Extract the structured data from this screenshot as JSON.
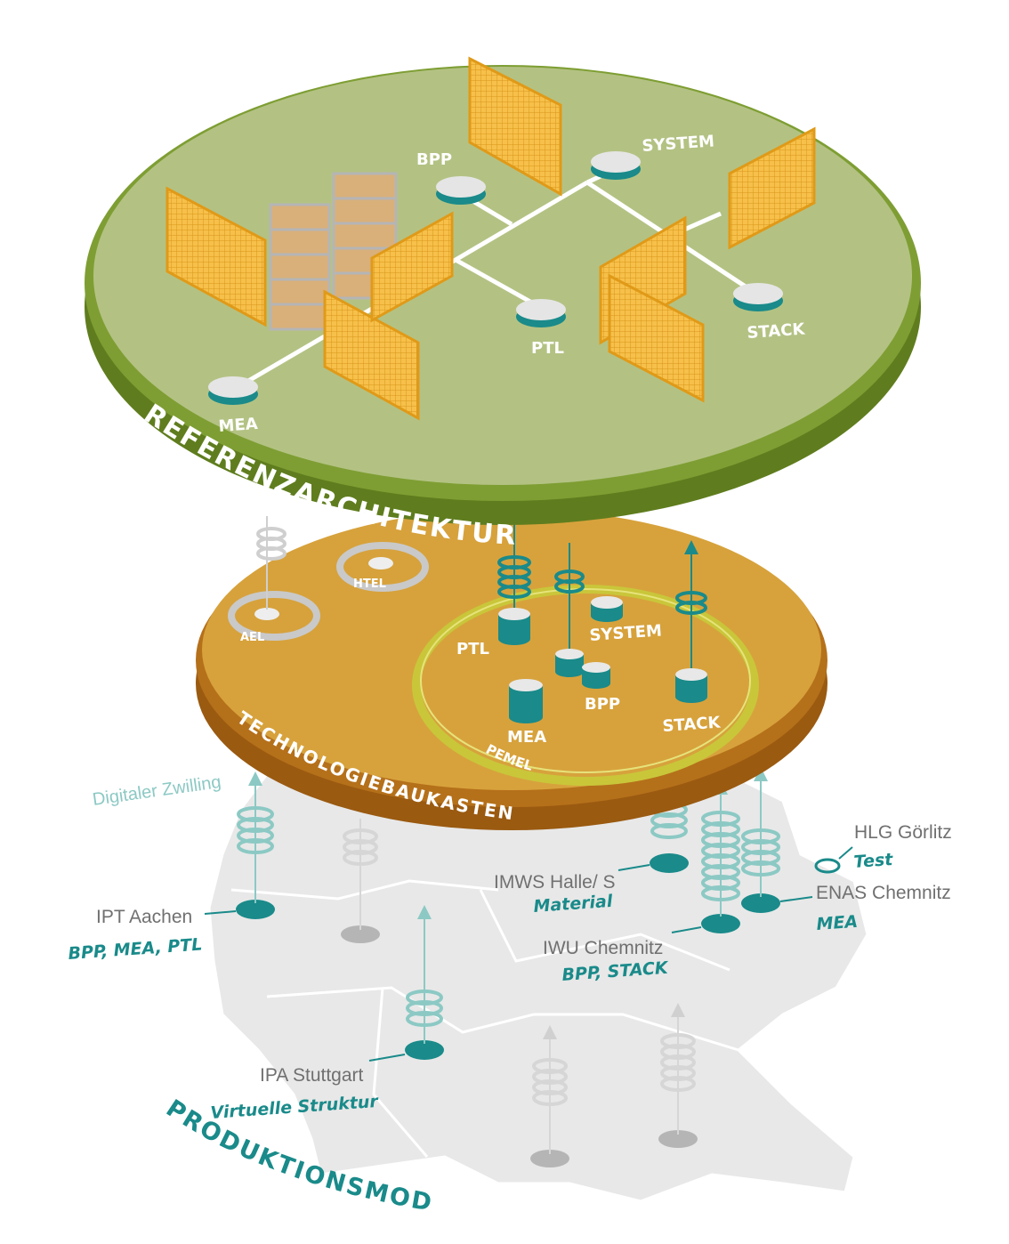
{
  "colors": {
    "teal": "#1a8a8a",
    "teal_light": "#8cc9c4",
    "green_ring": "#6f8f2a",
    "green_fill": "#b5c487",
    "orange_ring": "#b06a12",
    "orange_fill": "#d7a23c",
    "yellow_ring": "#c9c63a",
    "map_gray": "#e6e6e6",
    "fence": "#f2b233"
  },
  "layers": {
    "top": {
      "title": "REFERENZARCHITEKTUR",
      "nodes": {
        "bpp": "BPP",
        "system": "SYSTEM",
        "ptl": "PTL",
        "stack": "STACK",
        "mea": "MEA"
      }
    },
    "middle": {
      "title": "TECHNOLOGIEBAUKASTEN",
      "modules": {
        "ael": "AEL",
        "htel": "HTEL",
        "pemel": "PEMEL"
      },
      "nodes": {
        "ptl": "PTL",
        "system": "SYSTEM",
        "bpp": "BPP",
        "mea": "MEA",
        "stack": "STACK"
      }
    },
    "bottom": {
      "title": "PRODUKTIONSMODULE",
      "digital_twin": "Digitaler Zwilling"
    }
  },
  "institutes": [
    {
      "id": "ipt",
      "abbr": "IPT",
      "city": "Aachen",
      "role": "BPP, MEA, PTL"
    },
    {
      "id": "imws",
      "abbr": "IMWS",
      "city": "Halle/ S",
      "role": "Material"
    },
    {
      "id": "iwu",
      "abbr": "IWU",
      "city": "Chemnitz",
      "role": "BPP, STACK"
    },
    {
      "id": "enas",
      "abbr": "ENAS",
      "city": "Chemnitz",
      "role": "MEA"
    },
    {
      "id": "hlg",
      "abbr": "HLG",
      "city": "Görlitz",
      "role": "Test"
    },
    {
      "id": "ipa",
      "abbr": "IPA",
      "city": "Stuttgart",
      "role": "Virtuelle Struktur"
    }
  ]
}
